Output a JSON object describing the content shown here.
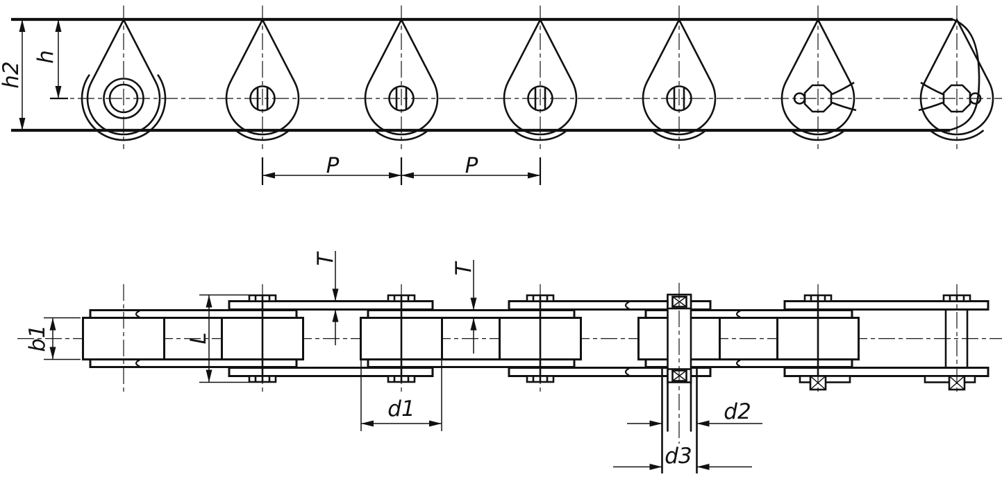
{
  "diagram": {
    "labels": {
      "h2": "h2",
      "h": "h",
      "p1": "P",
      "p2": "P",
      "t1": "T",
      "t2": "T",
      "b1": "b1",
      "l": "L",
      "d1": "d1",
      "d2": "d2",
      "d3": "d3"
    }
  },
  "colors": {
    "ink": "#111111",
    "background": "#ffffff"
  }
}
